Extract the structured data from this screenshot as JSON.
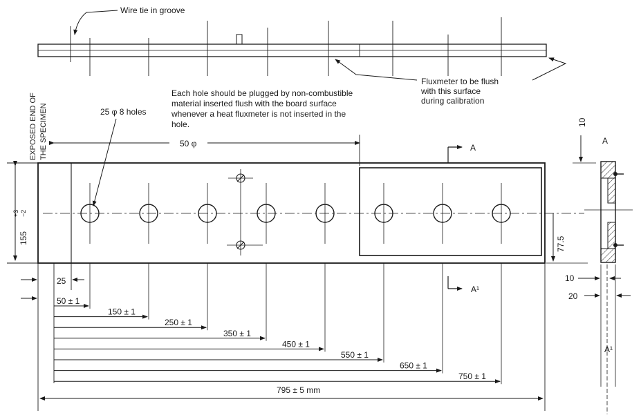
{
  "labels": {
    "wire_tie": "Wire tie in groove",
    "fluxmeter_flush": [
      "Fluxmeter to be flush",
      "with this surface",
      "during calibration"
    ],
    "plug_note": [
      "Each hole should be plugged by non-combustible",
      "material inserted flush with the board surface",
      "whenever a heat fluxmeter is not inserted in the",
      "hole."
    ],
    "exposed_end": [
      "EXPOSED END OF",
      "THE SPECIMEN"
    ],
    "holes": "25 φ 8 holes",
    "dim_50phi": "50 φ",
    "section_a": "A",
    "section_a1": "A¹",
    "dim_155": "155",
    "dim_155_tol_plus": "+3",
    "dim_155_tol_minus": "−2",
    "dim_77_5": "77.5",
    "dim_10": "10",
    "dim_20": "20",
    "dim_25": "25",
    "dim_795": "795 ± 5 mm",
    "hole_positions": [
      {
        "position": 50,
        "label": "50 ± 1"
      },
      {
        "position": 150,
        "label": "150 ± 1"
      },
      {
        "position": 250,
        "label": "250 ± 1"
      },
      {
        "position": 350,
        "label": "350 ± 1"
      },
      {
        "position": 450,
        "label": "450 ± 1"
      },
      {
        "position": 550,
        "label": "550 ± 1"
      },
      {
        "position": 650,
        "label": "650 ± 1"
      },
      {
        "position": 750,
        "label": "750 ± 1"
      }
    ]
  }
}
